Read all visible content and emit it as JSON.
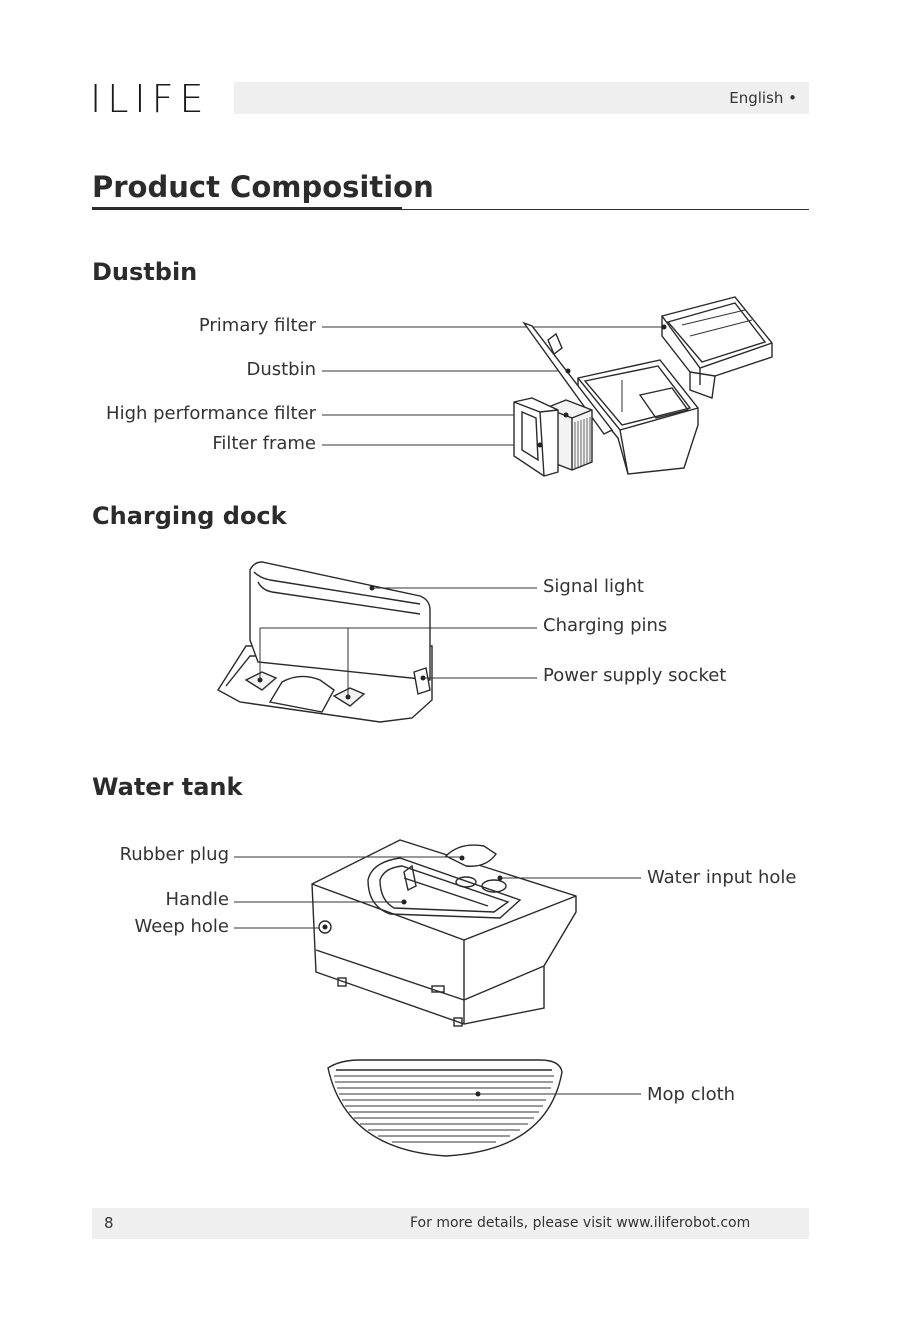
{
  "header": {
    "brand": "ILIFE",
    "language": "English •"
  },
  "page_title": "Product Composition",
  "sections": {
    "dustbin": {
      "title": "Dustbin",
      "labels": [
        "Primary filter",
        "Dustbin",
        "High performance filter",
        "Filter frame"
      ]
    },
    "charging_dock": {
      "title": "Charging dock",
      "labels": [
        "Signal light",
        "Charging pins",
        "Power supply socket"
      ]
    },
    "water_tank": {
      "title": "Water tank",
      "labels": [
        "Rubber plug",
        "Handle",
        "Weep hole",
        "Water input hole",
        "Mop cloth"
      ]
    }
  },
  "footer": {
    "page_number": "8",
    "text": "For more details, please visit www.iliferobot.com"
  }
}
